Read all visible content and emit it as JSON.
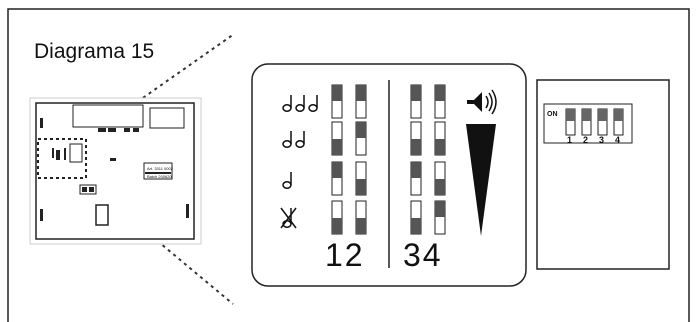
{
  "title": "Diagrama 15",
  "device": {
    "label_line1": "Art. 3311 0002",
    "label_line2": "Batch 200620"
  },
  "dip_settings": {
    "on_label": "ON",
    "switch_numbers": [
      "1",
      "2",
      "3",
      "4"
    ],
    "group_left_numbers": "12",
    "group_right_numbers": "34",
    "rows": [
      {
        "icon": "three-notes-icon",
        "sw1": "off",
        "sw2": "off",
        "sw3": "off",
        "sw4": "off"
      },
      {
        "icon": "two-notes-icon",
        "sw1": "on",
        "sw2": "off",
        "sw3": "on",
        "sw4": "on"
      },
      {
        "icon": "single-note-icon",
        "sw1": "off",
        "sw2": "on",
        "sw3": "off",
        "sw4": "on"
      },
      {
        "icon": "muted-note-icon",
        "sw1": "on",
        "sw2": "on",
        "sw3": "on",
        "sw4": "off"
      }
    ],
    "right_column_icons": [
      "speaker-icon",
      "volume-wedge-icon"
    ]
  },
  "colors": {
    "line": "#222222",
    "switch_dark": "#555555",
    "switch_light": "#f2f2f2",
    "dashed": "#333333"
  }
}
